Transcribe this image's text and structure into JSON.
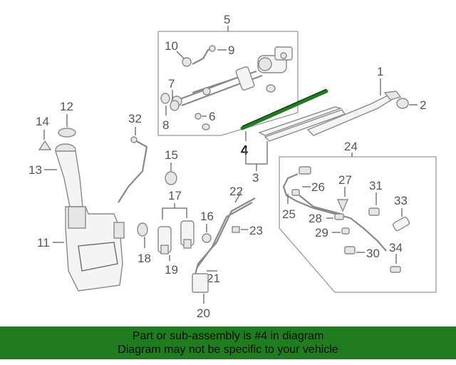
{
  "callouts": {
    "c1": "1",
    "c2": "2",
    "c3": "3",
    "c4": "4",
    "c5": "5",
    "c6": "6",
    "c7": "7",
    "c8": "8",
    "c9": "9",
    "c10": "10",
    "c11": "11",
    "c12": "12",
    "c13": "13",
    "c14": "14",
    "c15": "15",
    "c16": "16",
    "c17": "17",
    "c18": "18",
    "c19": "19",
    "c20": "20",
    "c21": "21",
    "c22": "22",
    "c23": "23",
    "c24": "24",
    "c25": "25",
    "c26": "26",
    "c27": "27",
    "c28": "28",
    "c29": "29",
    "c30": "30",
    "c31": "31",
    "c32": "32",
    "c33": "33",
    "c34": "34"
  },
  "highlight": {
    "color": "#1f7d1f",
    "part": "4"
  },
  "footer": {
    "line1": "Part or sub-assembly is #4 in diagram",
    "line2": "Diagram may not be specific to your vehicle",
    "background": "#1f7d1f"
  }
}
